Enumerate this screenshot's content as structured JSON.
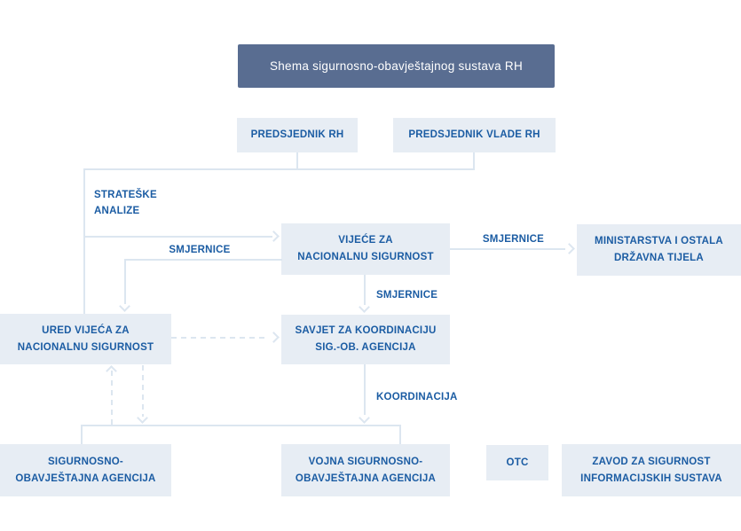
{
  "diagram": {
    "title": "Shema sigurnosno-obavještajnog sustava RH",
    "nodes": {
      "predsjednik_rh": "PREDSJEDNIK RH",
      "predsjednik_vlade": "PREDSJEDNIK VLADE RH",
      "vijece": "VIJEĆE ZA\nNACIONALNU SIGURNOST",
      "ministarstva": "MINISTARSTVA I OSTALA\nDRŽAVNA TIJELA",
      "ured": "URED VIJEĆA ZA\nNACIONALNU SIGURNOST",
      "savjet": "SAVJET ZA KOORDINACIJU\nSIG.-OB. AGENCIJA",
      "soa": "SIGURNOSNO-\nOBAVJEŠTAJNA AGENCIJA",
      "vsoa": "VOJNA SIGURNOSNO-\nOBAVJEŠTAJNA AGENCIJA",
      "otc": "OTC",
      "zavod": "ZAVOD ZA SIGURNOST\nINFORMACIJSKIH SUSTAVA"
    },
    "edge_labels": {
      "strateske_analize": "STRATEŠKE\nANALIZE",
      "smjernice_left": "SMJERNICE",
      "smjernice_right": "SMJERNICE",
      "smjernice_mid": "SMJERNICE",
      "koordinacija": "KOORDINACIJA"
    },
    "colors": {
      "title_bg": "#596d91",
      "title_text": "#ffffff",
      "node_bg": "#e7edf4",
      "node_text": "#1b5ca3",
      "line": "#dce6f0"
    }
  }
}
